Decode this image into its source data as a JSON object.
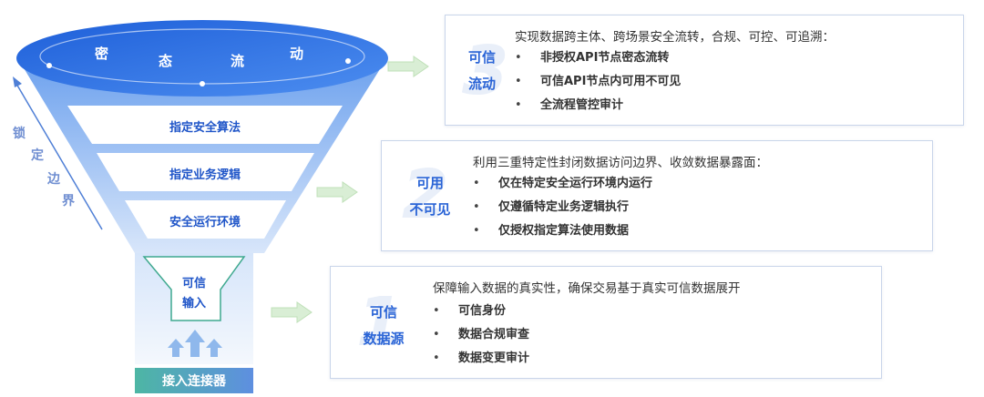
{
  "funnel": {
    "top_chars": [
      "密",
      "态",
      "流",
      "动"
    ],
    "layers": [
      "指定安全算法",
      "指定业务逻辑",
      "安全运行环境"
    ],
    "side_chars": [
      "锁",
      "定",
      "边",
      "界"
    ],
    "input_lines": [
      "可信",
      "输入"
    ],
    "connector_label": "接入连接器"
  },
  "panels": [
    {
      "number": "3",
      "category": [
        "可信",
        "流动"
      ],
      "heading": "实现数据跨主体、跨场景安全流转，合规、可控、可追溯：",
      "items": [
        "非授权API节点密态流转",
        "可信API节点内可用不可见",
        "全流程管控审计"
      ]
    },
    {
      "number": "2",
      "category": [
        "可用",
        "不可见"
      ],
      "heading": "利用三重特定性封闭数据访问边界、收敛数据暴露面：",
      "items": [
        "仅在特定安全运行环境内运行",
        "仅遵循特定业务逻辑执行",
        "仅授权指定算法使用数据"
      ]
    },
    {
      "number": "1",
      "category": [
        "可信",
        "数据源"
      ],
      "heading": "保障输入数据的真实性，确保交易基于真实可信数据展开",
      "items": [
        "可信身份",
        "数据合规审查",
        "数据变更审计"
      ]
    }
  ],
  "colors": {
    "accent": "#2a64d6",
    "arrow": "#cfe9c9",
    "funnel_top": "#2f6fe0"
  }
}
